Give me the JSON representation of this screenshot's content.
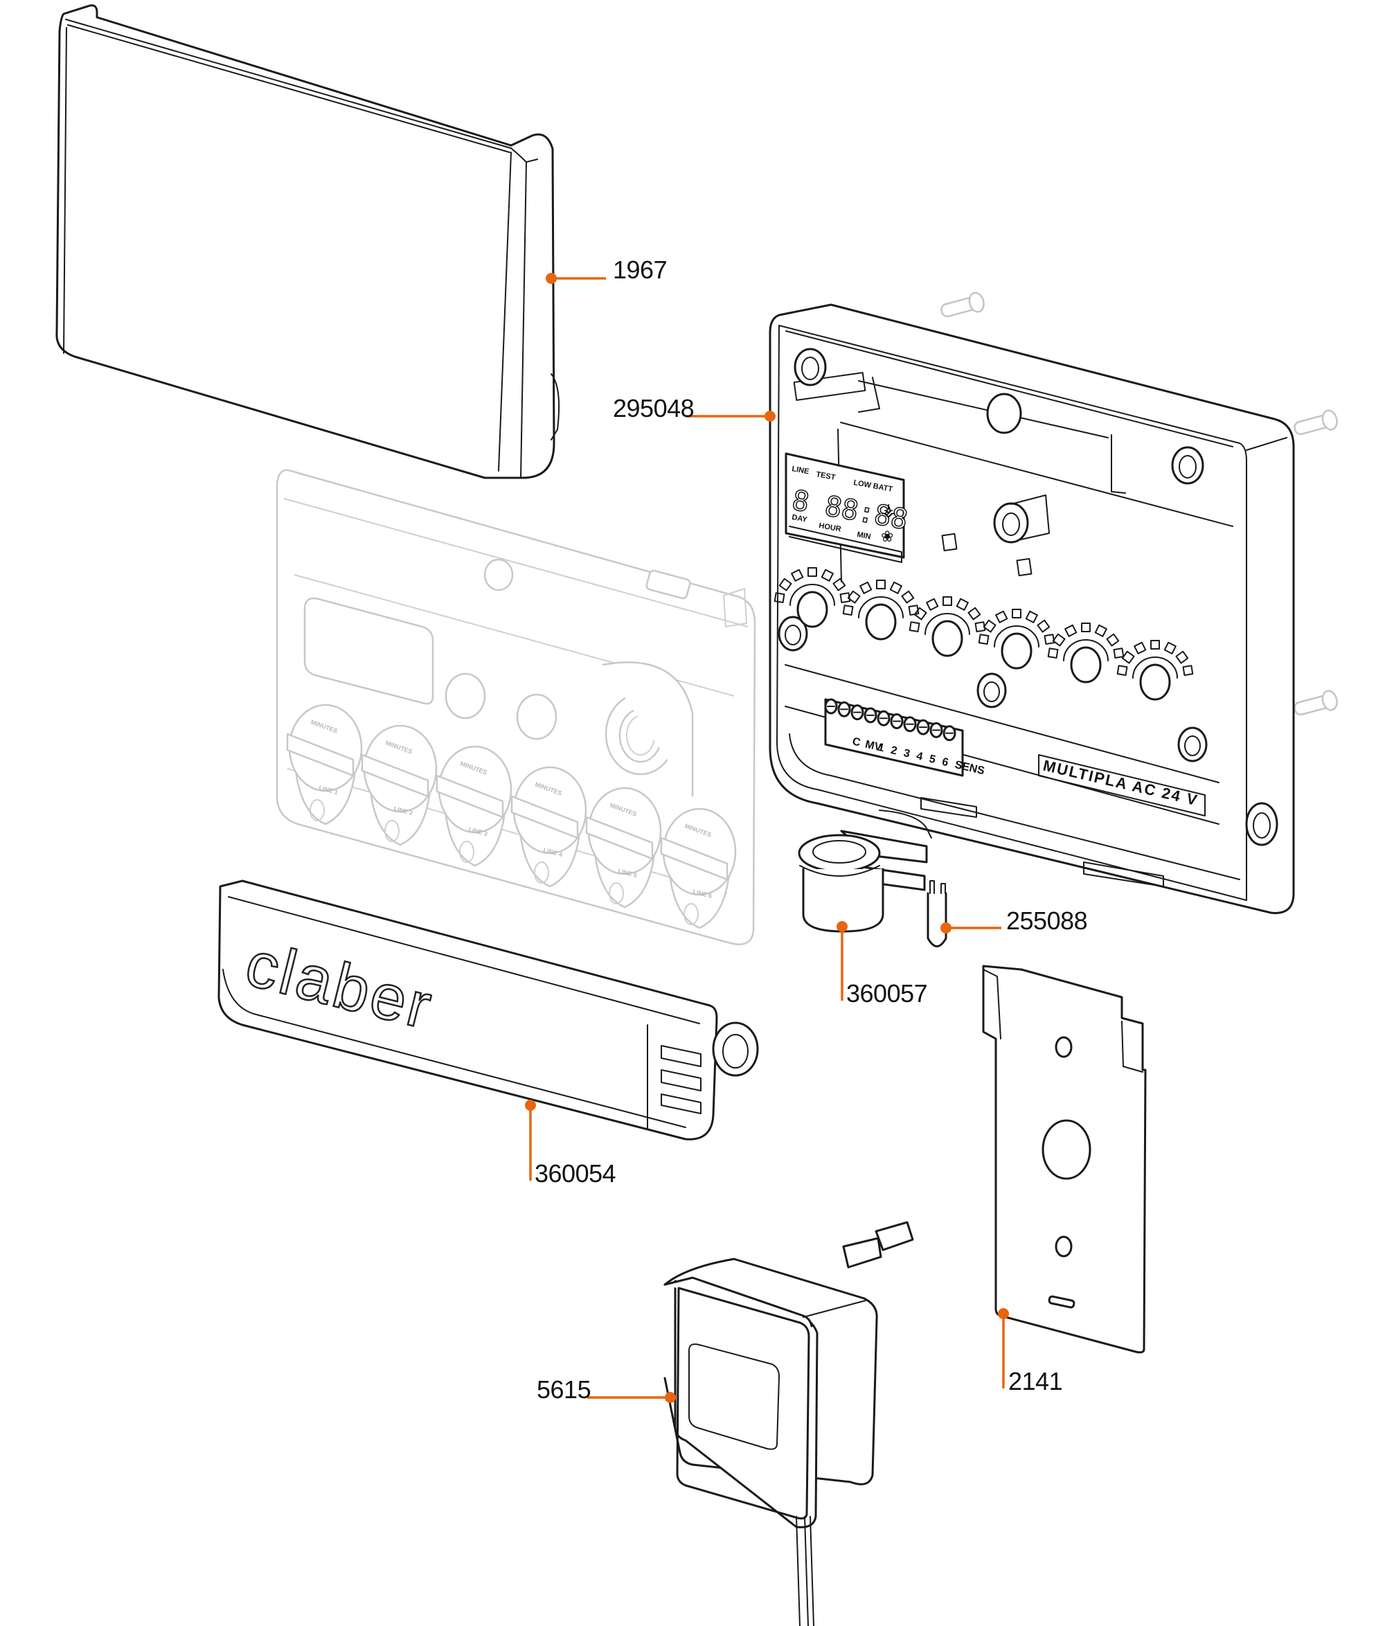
{
  "diagram": {
    "type": "exploded-parts-view",
    "accent_color": "#e8650f",
    "line_color": "#1a1a1a",
    "ghost_color": "#c8c8c8"
  },
  "parts": [
    {
      "id": "cover",
      "code": "1967"
    },
    {
      "id": "housing",
      "code": "295048"
    },
    {
      "id": "cable-gland",
      "code": "360057"
    },
    {
      "id": "jumper",
      "code": "255088"
    },
    {
      "id": "terminal-cover",
      "code": "360054"
    },
    {
      "id": "wall-plate",
      "code": "2141"
    },
    {
      "id": "power-adapter",
      "code": "5615"
    }
  ],
  "brand_logo_text": "claber",
  "housing_plate_text": "MULTIPLA  AC  24  V",
  "terminal_labels": [
    "C",
    "MV",
    "1",
    "2",
    "3",
    "4",
    "5",
    "6",
    "SENS"
  ],
  "lcd": {
    "labels": {
      "line": "LINE",
      "test": "TEST",
      "low_batt": "LOW BATT",
      "day": "DAY",
      "hour": "HOUR",
      "min": "MIN"
    },
    "digits": "8 88:88"
  },
  "front_panel_knobs": {
    "top_label": "MINUTES",
    "line_labels": [
      "LINE 1",
      "LINE 2",
      "LINE 3",
      "LINE 4",
      "LINE 5",
      "LINE 6"
    ]
  }
}
